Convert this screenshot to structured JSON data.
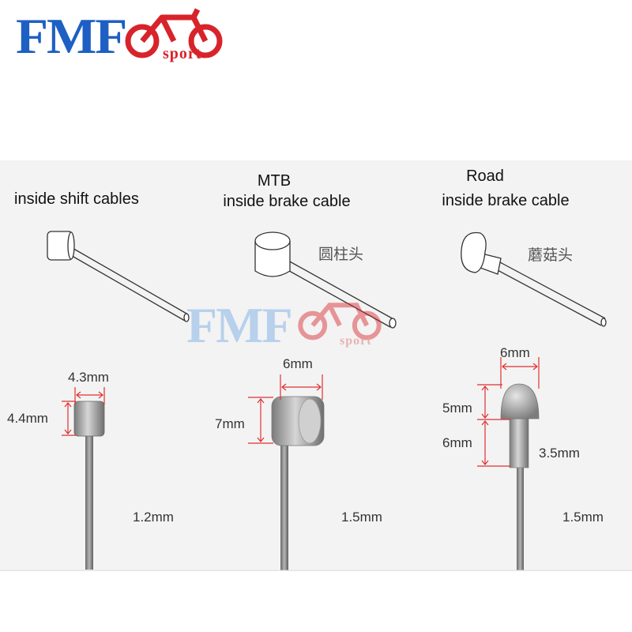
{
  "brand": {
    "name": "FMF",
    "suffix": "sport",
    "colors": {
      "main": "#1e5fc4",
      "accent": "#d8232a"
    }
  },
  "watermark": {
    "name": "FMF",
    "suffix": "sport"
  },
  "cables": [
    {
      "title_line1": "",
      "title_line2": "inside shift cables",
      "head_label_cn": "",
      "head_width": "4.3mm",
      "head_height": "4.4mm",
      "cable_diameter": "1.2mm"
    },
    {
      "title_line1": "MTB",
      "title_line2": "inside brake cable",
      "head_label_cn": "圆柱头",
      "head_width": "6mm",
      "head_height": "7mm",
      "cable_diameter": "1.5mm"
    },
    {
      "title_line1": "Road",
      "title_line2": "inside brake cable",
      "head_label_cn": "蘑菇头",
      "head_width": "6mm",
      "head_height_top": "5mm",
      "head_height_bottom": "6mm",
      "neck_diameter": "3.5mm",
      "cable_diameter": "1.5mm"
    }
  ]
}
